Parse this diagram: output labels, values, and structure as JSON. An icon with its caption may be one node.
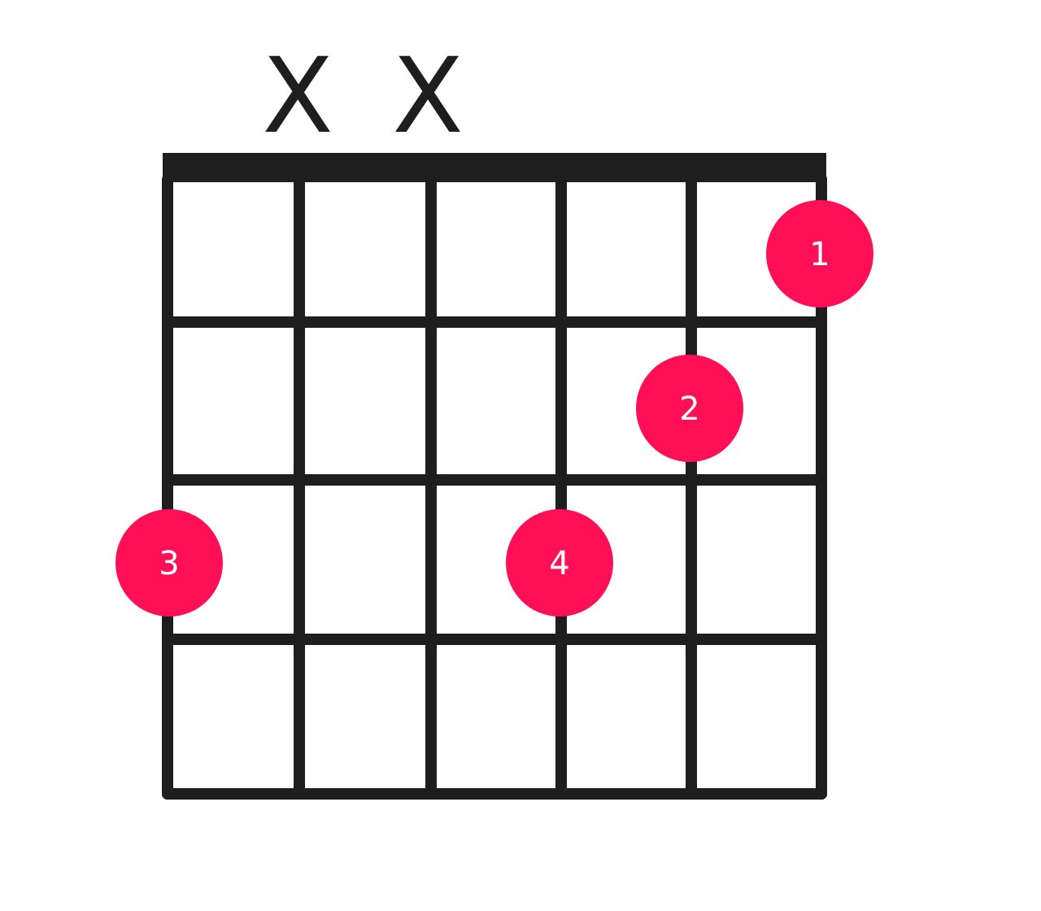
{
  "diagram": {
    "nodes": [
      {
        "text": [
          "1"
        ]
      },
      {
        "text": [
          "2"
        ]
      },
      {
        "text": [
          "3"
        ]
      },
      {
        "text": [
          "4"
        ]
      }
    ],
    "labels": [
      "X",
      "X"
    ]
  }
}
